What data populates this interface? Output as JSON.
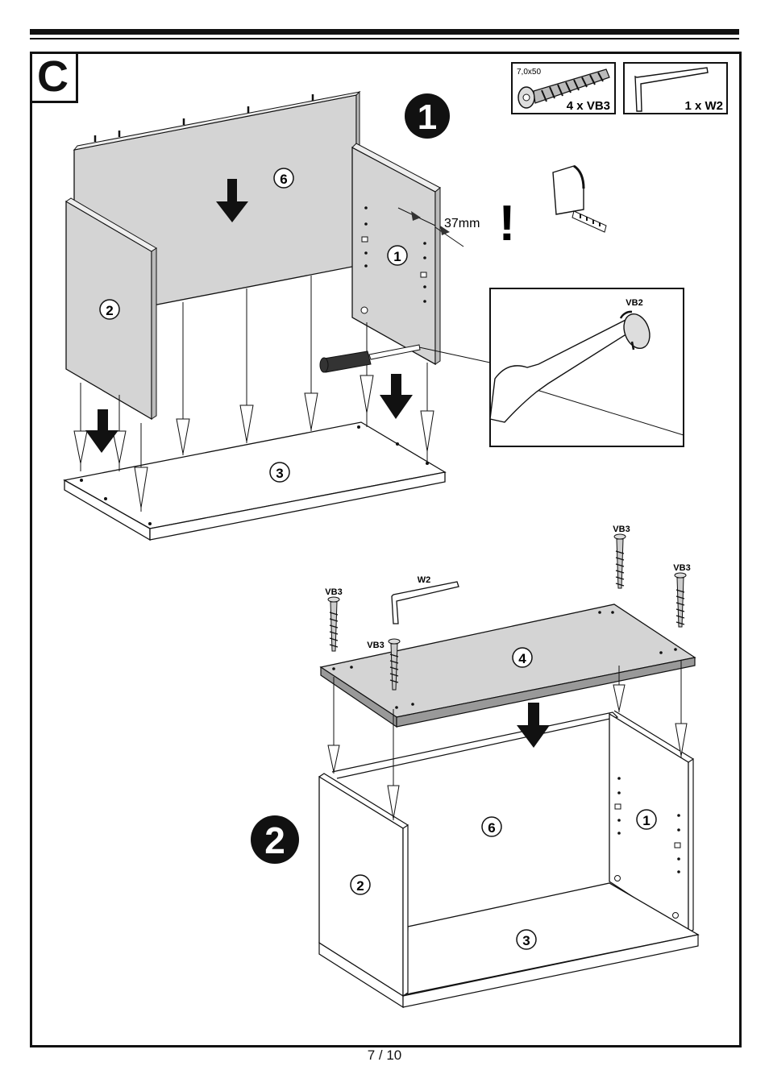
{
  "section": {
    "letter": "C"
  },
  "steps": [
    {
      "number": "1"
    },
    {
      "number": "2"
    }
  ],
  "hardware": [
    {
      "id": "VB3",
      "size_label": "7,0x50",
      "quantity_label": "4 x VB3"
    },
    {
      "id": "W2",
      "quantity_label": "1 x W2"
    }
  ],
  "callouts": {
    "measurement": "37mm",
    "warning": "!",
    "detail_label": "VB2",
    "screw_label": "VB3",
    "wrench_label": "W2"
  },
  "parts": {
    "side_right": "1",
    "side_left": "2",
    "bottom": "3",
    "top": "4",
    "back": "6"
  },
  "page": {
    "indicator": "7 / 10"
  }
}
